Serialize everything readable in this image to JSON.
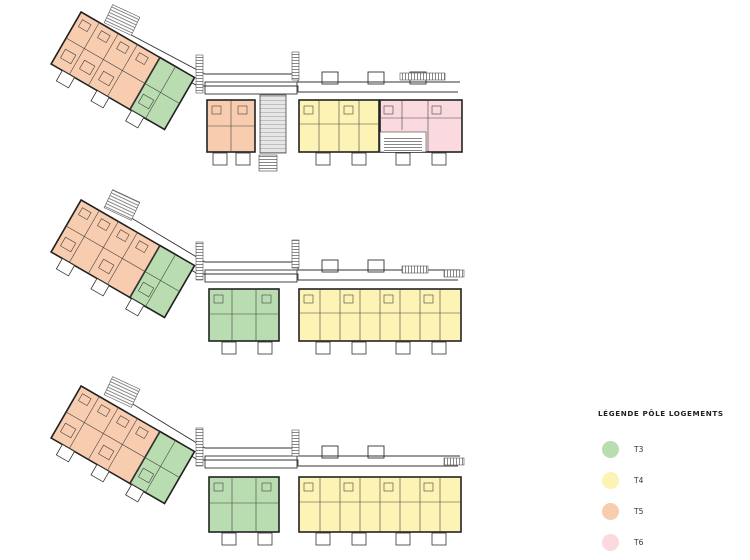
{
  "legend": {
    "title": "LÉGENDE PÔLE LOGEMENTS",
    "items": [
      {
        "label": "T3",
        "color": "#b9dcb0"
      },
      {
        "label": "T4",
        "color": "#fcf3b4"
      },
      {
        "label": "T5",
        "color": "#f8ccae"
      },
      {
        "label": "T6",
        "color": "#fadade"
      }
    ]
  },
  "plans": [
    {
      "name": "level-1",
      "cores": [
        "T5",
        "T4",
        "T6"
      ]
    },
    {
      "name": "level-2",
      "cores": [
        "T3",
        "T4"
      ]
    },
    {
      "name": "level-3",
      "cores": [
        "T3",
        "T4"
      ]
    }
  ]
}
